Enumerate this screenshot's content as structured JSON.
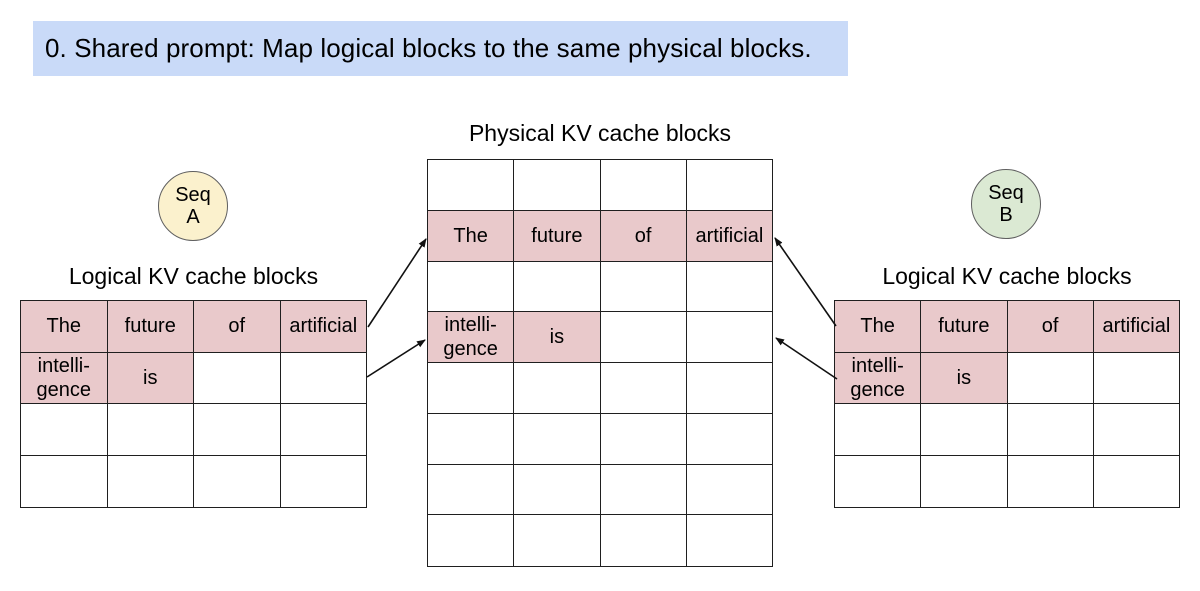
{
  "banner": {
    "text": "0. Shared prompt: Map logical blocks to the same physical blocks."
  },
  "colors": {
    "banner_bg": "#c9daf8",
    "cell_highlight": "#e9c9cb",
    "seq_a_fill": "#fbf1cd",
    "seq_b_fill": "#dbe9d3"
  },
  "seq_a": {
    "line1": "Seq",
    "line2": "A"
  },
  "seq_b": {
    "line1": "Seq",
    "line2": "B"
  },
  "physical_table": {
    "title": "Physical KV cache blocks",
    "columns": 4,
    "rows": [
      [
        {
          "text": "",
          "filled": false
        },
        {
          "text": "",
          "filled": false
        },
        {
          "text": "",
          "filled": false
        },
        {
          "text": "",
          "filled": false
        }
      ],
      [
        {
          "text": "The",
          "filled": true
        },
        {
          "text": "future",
          "filled": true
        },
        {
          "text": "of",
          "filled": true
        },
        {
          "text": "artificial",
          "filled": true
        }
      ],
      [
        {
          "text": "",
          "filled": false
        },
        {
          "text": "",
          "filled": false
        },
        {
          "text": "",
          "filled": false
        },
        {
          "text": "",
          "filled": false
        }
      ],
      [
        {
          "text": "intelli-\ngence",
          "filled": true
        },
        {
          "text": "is",
          "filled": true
        },
        {
          "text": "",
          "filled": false
        },
        {
          "text": "",
          "filled": false
        }
      ],
      [
        {
          "text": "",
          "filled": false
        },
        {
          "text": "",
          "filled": false
        },
        {
          "text": "",
          "filled": false
        },
        {
          "text": "",
          "filled": false
        }
      ],
      [
        {
          "text": "",
          "filled": false
        },
        {
          "text": "",
          "filled": false
        },
        {
          "text": "",
          "filled": false
        },
        {
          "text": "",
          "filled": false
        }
      ],
      [
        {
          "text": "",
          "filled": false
        },
        {
          "text": "",
          "filled": false
        },
        {
          "text": "",
          "filled": false
        },
        {
          "text": "",
          "filled": false
        }
      ],
      [
        {
          "text": "",
          "filled": false
        },
        {
          "text": "",
          "filled": false
        },
        {
          "text": "",
          "filled": false
        },
        {
          "text": "",
          "filled": false
        }
      ]
    ]
  },
  "left_table": {
    "title": "Logical KV cache blocks",
    "columns": 4,
    "rows": [
      [
        {
          "text": "The",
          "filled": true
        },
        {
          "text": "future",
          "filled": true
        },
        {
          "text": "of",
          "filled": true
        },
        {
          "text": "artificial",
          "filled": true
        }
      ],
      [
        {
          "text": "intelli-\ngence",
          "filled": true
        },
        {
          "text": "is",
          "filled": true
        },
        {
          "text": "",
          "filled": false
        },
        {
          "text": "",
          "filled": false
        }
      ],
      [
        {
          "text": "",
          "filled": false
        },
        {
          "text": "",
          "filled": false
        },
        {
          "text": "",
          "filled": false
        },
        {
          "text": "",
          "filled": false
        }
      ],
      [
        {
          "text": "",
          "filled": false
        },
        {
          "text": "",
          "filled": false
        },
        {
          "text": "",
          "filled": false
        },
        {
          "text": "",
          "filled": false
        }
      ]
    ]
  },
  "right_table": {
    "title": "Logical KV cache blocks",
    "columns": 4,
    "rows": [
      [
        {
          "text": "The",
          "filled": true
        },
        {
          "text": "future",
          "filled": true
        },
        {
          "text": "of",
          "filled": true
        },
        {
          "text": "artificial",
          "filled": true
        }
      ],
      [
        {
          "text": "intelli-\ngence",
          "filled": true
        },
        {
          "text": "is",
          "filled": true
        },
        {
          "text": "",
          "filled": false
        },
        {
          "text": "",
          "filled": false
        }
      ],
      [
        {
          "text": "",
          "filled": false
        },
        {
          "text": "",
          "filled": false
        },
        {
          "text": "",
          "filled": false
        },
        {
          "text": "",
          "filled": false
        }
      ],
      [
        {
          "text": "",
          "filled": false
        },
        {
          "text": "",
          "filled": false
        },
        {
          "text": "",
          "filled": false
        },
        {
          "text": "",
          "filled": false
        }
      ]
    ]
  }
}
